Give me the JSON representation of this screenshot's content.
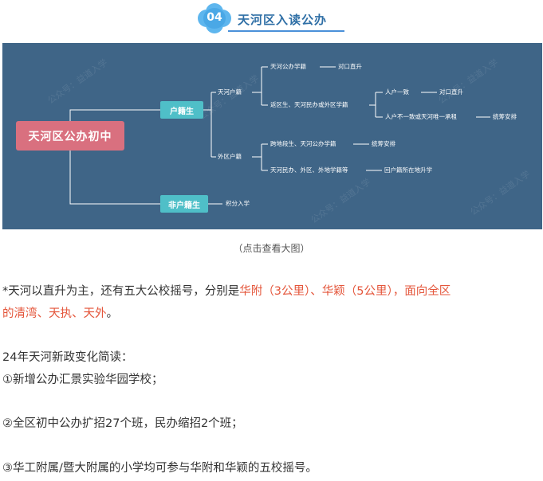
{
  "header": {
    "number": "04",
    "title": "天河区入读公办"
  },
  "diagram": {
    "root": "天河区公办初中",
    "branch_a": "户籍生",
    "branch_b": "非户籍生",
    "sub_a1": "天河户籍",
    "sub_a2": "外区户籍",
    "leaf1": "天河公办学籍",
    "leaf1_result": "对口直升",
    "leaf2": "返区生、天河民办或外区学籍",
    "leaf2a": "人户一致",
    "leaf2a_result": "对口直升",
    "leaf2b": "人户不一致或天河唯一承租",
    "leaf2b_result": "统筹安排",
    "leaf3": "跨地段生、天河公办学籍",
    "leaf3_result": "统筹安排",
    "leaf4": "天河民办、外区、外地学籍等",
    "leaf4_result": "回户籍所在地升学",
    "leaf5_result": "积分入学",
    "watermark": "公众号：益道入学"
  },
  "caption": "（点击查看大图）",
  "para1": {
    "prefix": "*天河以直升为主，还有五大公校摇号，分别是",
    "highlight_line1": "华附（3公里）、华颖（5公里），面向全区",
    "highlight_line2": "的清湾、天执、天外",
    "suffix": "。"
  },
  "policy": {
    "heading": "24年天河新政变化简读：",
    "items": [
      "①新增公办汇景实验华园学校；",
      "②全区初中公办扩招27个班，民办缩招2个班；",
      "③华工附属/暨大附属的小学均可参与华附和华颖的五校摇号。"
    ]
  }
}
